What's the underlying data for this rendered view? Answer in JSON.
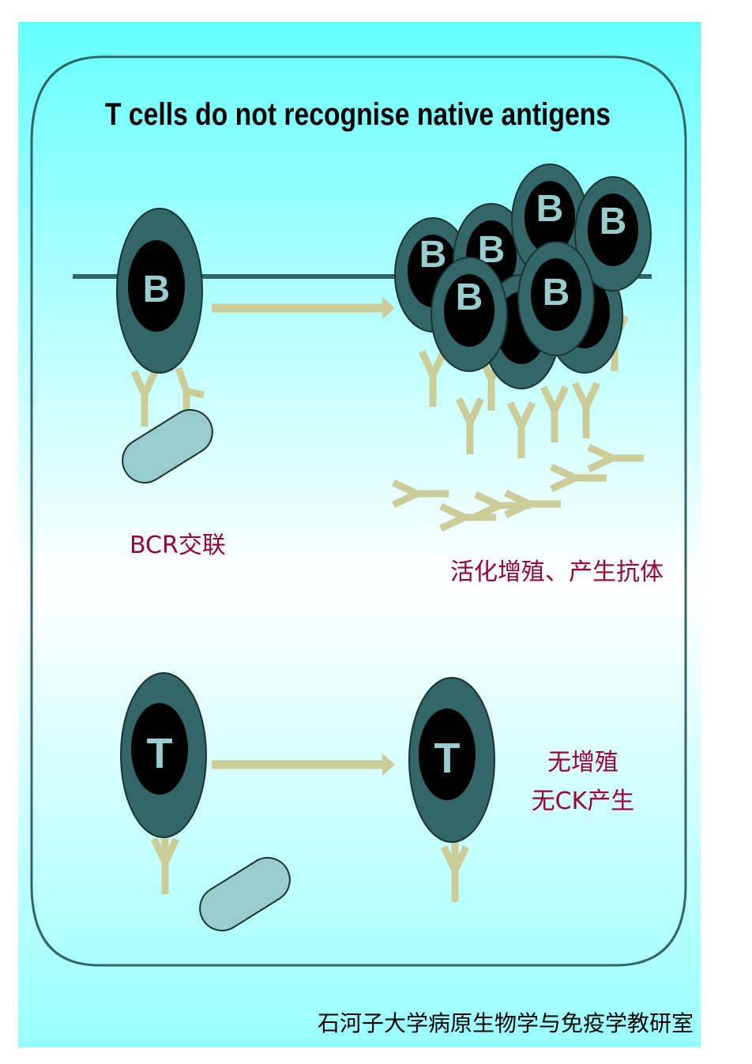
{
  "title": "T cells do not recognise native antigens",
  "cell_labels": {
    "b": "B",
    "t": "T"
  },
  "captions": {
    "bcr": "BCR交联",
    "activation": "活化增殖、产生抗体",
    "no_proliferation": "无增殖",
    "no_ck": "无CK产生"
  },
  "footer": "石河子大学病原生物学与免疫学教研室",
  "colors": {
    "background_top": "#66ffff",
    "background_bottom": "#ffffff",
    "cell_body": "#336666",
    "nucleus": "#000000",
    "letter": "#99cccc",
    "antibody": "#cccc99",
    "antigen": "#99cccc",
    "caption_red": "#990033",
    "border": "#336666"
  }
}
